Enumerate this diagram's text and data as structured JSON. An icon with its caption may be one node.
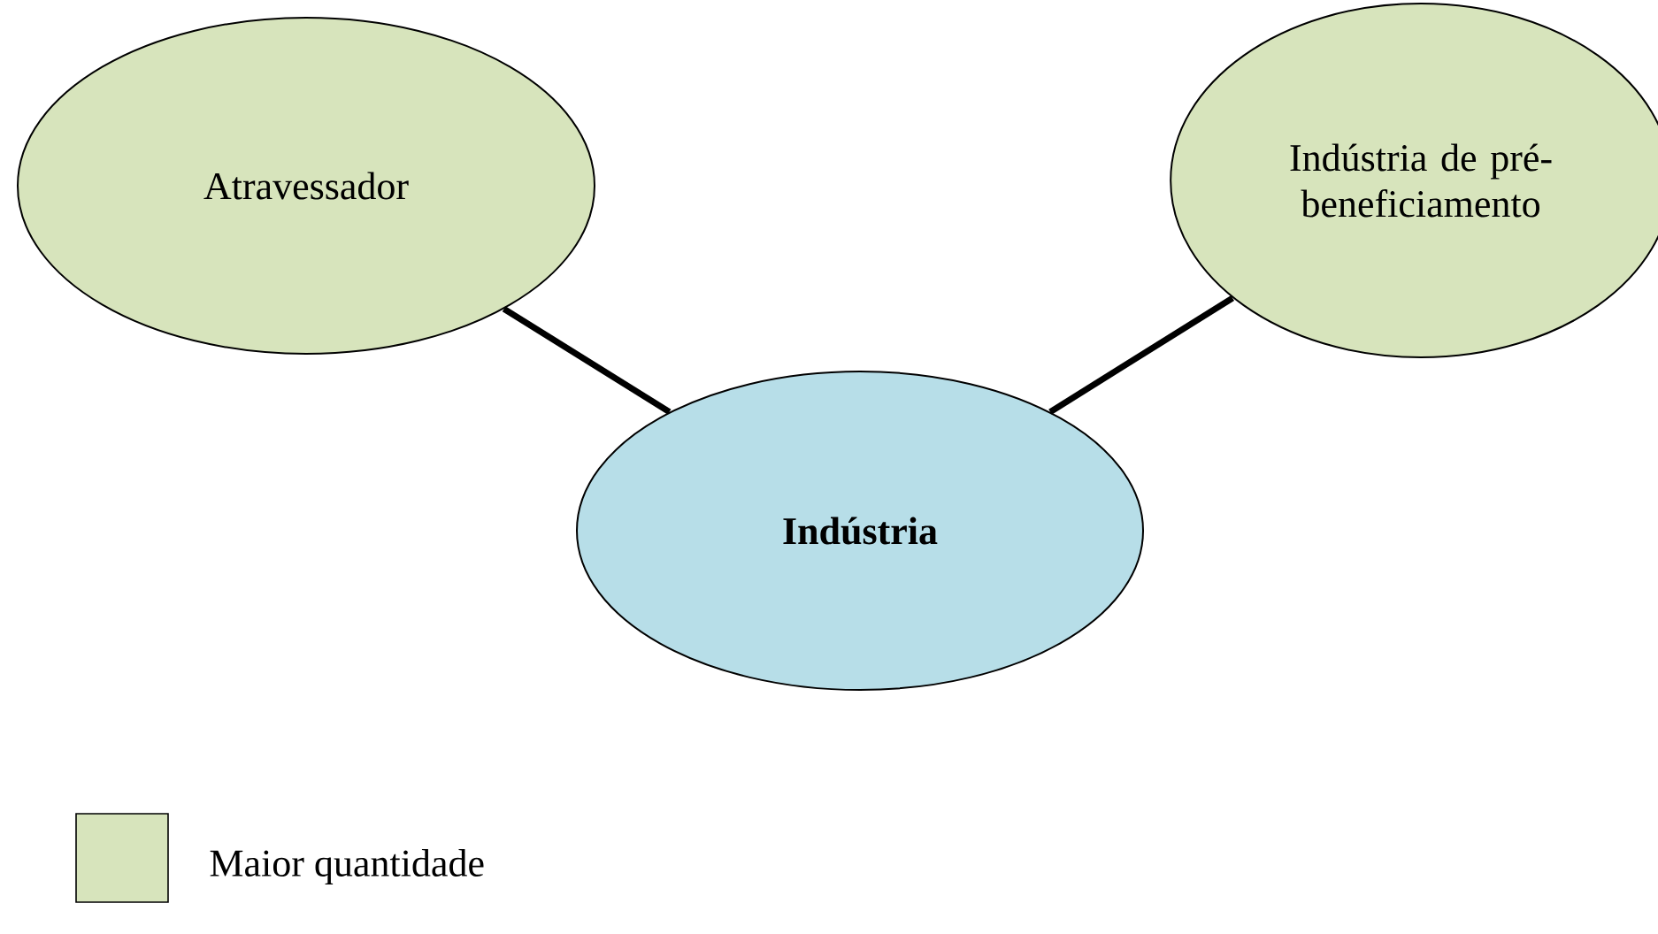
{
  "diagram": {
    "nodes": [
      {
        "text": [
          "Atravessador"
        ]
      },
      {
        "text": [
          "Indústria de pré-beneficiamento"
        ]
      },
      {
        "text": [
          "Indústria"
        ]
      }
    ],
    "edges": [
      {
        "from": 0,
        "to": 2,
        "arrow": "none"
      },
      {
        "from": 2,
        "to": 1,
        "arrow": "none"
      }
    ],
    "legend": [
      {
        "text": "Maior quantidade",
        "color": "#d7e4bc"
      }
    ]
  }
}
